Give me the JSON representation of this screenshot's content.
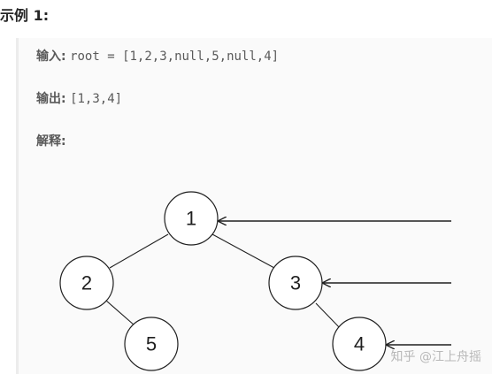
{
  "example": {
    "title": "示例 1:",
    "input_label": "输入:",
    "input_value": "root = [1,2,3,null,5,null,4]",
    "output_label": "输出:",
    "output_value": "[1,3,4]",
    "explanation_label": "解释:"
  },
  "tree": {
    "nodes": [
      {
        "id": "n1",
        "label": "1"
      },
      {
        "id": "n2",
        "label": "2"
      },
      {
        "id": "n3",
        "label": "3"
      },
      {
        "id": "n5",
        "label": "5"
      },
      {
        "id": "n4",
        "label": "4"
      }
    ],
    "edges": [
      [
        "n1",
        "n2"
      ],
      [
        "n1",
        "n3"
      ],
      [
        "n2",
        "n5"
      ],
      [
        "n3",
        "n4"
      ]
    ],
    "arrows": [
      "n1",
      "n3",
      "n4"
    ]
  },
  "watermark": "知乎 @江上舟摇"
}
